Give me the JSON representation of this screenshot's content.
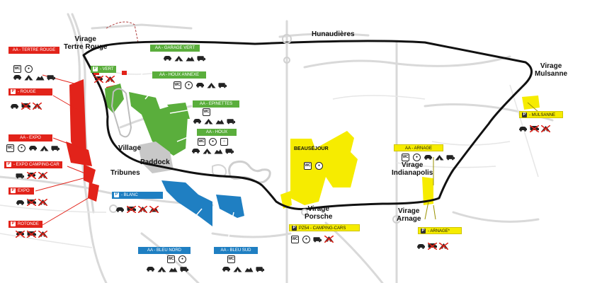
{
  "colors": {
    "red": "#e2231a",
    "green": "#5aae3c",
    "blue": "#1f7fc2",
    "yellow": "#f6ec00",
    "track": "#111111",
    "road": "#d9d9d9"
  },
  "corners": {
    "tertre_rouge": "Virage\nTertre Rouge",
    "hunaudieres": "Hunaudières",
    "mulsanne": "Virage\nMulsanne",
    "indianapolis": "Virage\nIndianapolis",
    "arnage": "Virage\nArnage",
    "porsche": "Virage\nPorsche",
    "village": "Village",
    "paddock": "Paddock",
    "tribunes": "Tribunes"
  },
  "areas": {
    "beausejour": "BEAUSÉJOUR"
  },
  "labels": {
    "tertre_rouge_aa": "AA - TERTRE ROUGE",
    "rouge": "- ROUGE",
    "expo_aa": "AA - EXPO",
    "expo_camping_car": "- EXPO CAMPING-CAR",
    "expo": "EXPO",
    "rotonde": "ROTONDE",
    "garage_vert": "AA - GARAGE VERT",
    "vert": "- VERT",
    "houx_annexe": "AA - HOUX ANNEXE",
    "epinettes": "AA - EPINETTES",
    "houx": "AA - HOUX",
    "blanc": "- BLANC",
    "bleu_nord": "AA - BLEU NORD",
    "bleu_sud": "AA - BLEU SUD",
    "pz54": "PZ54 - CAMPING-CARS",
    "aa_arnage": "AA - ARNAGE",
    "arnage_p": "- ARNAGE*",
    "mulsanne_p": "- MULSANNE"
  },
  "parking_marker": "P",
  "service_icons": {
    "wc": "WC",
    "water": "tap-icon",
    "restaurant": "food-icon"
  }
}
